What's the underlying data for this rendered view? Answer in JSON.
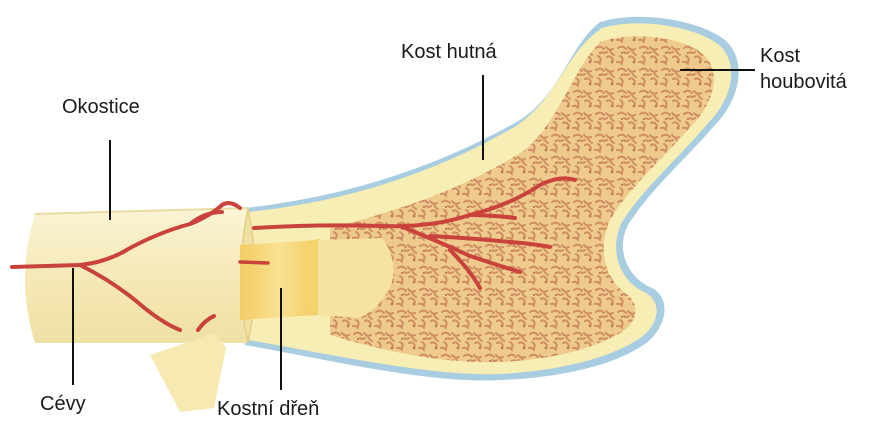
{
  "labels": {
    "periosteum": "Okostice",
    "blood_vessels": "Cévy",
    "compact_bone": "Kost hutná",
    "bone_marrow": "Kostní dřeň",
    "spongy_bone_line1": "Kost",
    "spongy_bone_line2": "houbovitá"
  },
  "colors": {
    "periosteum_outline": "#a9cde0",
    "compact_bone": "#f6eeb4",
    "spongy_bone_base": "#efca8d",
    "spongy_bone_texture": "#cf8e63",
    "marrow": "#f7d77a",
    "vessel": "#c9423b",
    "shaft": "#f8f0c7",
    "leader_line": "#111111"
  }
}
